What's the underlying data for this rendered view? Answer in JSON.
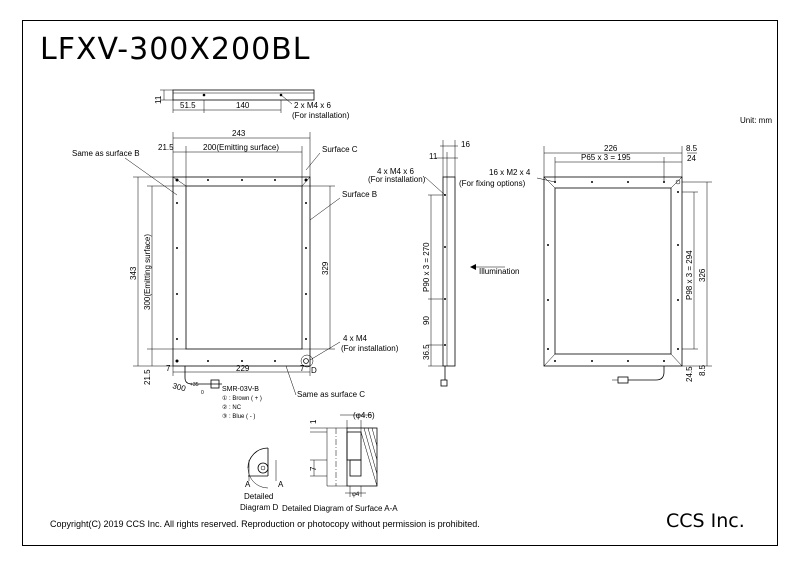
{
  "title": "LFXV-300X200BL",
  "unit": "Unit: mm",
  "copyright": "Copyright(C) 2019 CCS Inc. All rights reserved. Reproduction or photocopy without permission is prohibited.",
  "company": "CCS Inc.",
  "top_view": {
    "dim_11": "11",
    "dim_51_5": "51.5",
    "dim_140": "140",
    "holes": "2 x M4 x 6",
    "holes_note": "(For installation)"
  },
  "front_view": {
    "dim_243": "243",
    "dim_21_5_top": "21.5",
    "dim_200": "200(Emitting  surface)",
    "same_b": "Same as surface B",
    "surface_c": "Surface C",
    "surface_b": "Surface B",
    "dim_343": "343",
    "dim_300": "300(Emitting  surface)",
    "dim_329": "329",
    "holes_m4": "4 x M4",
    "holes_m4_note": "(For installation)",
    "dim_7_left": "7",
    "dim_229": "229",
    "dim_7_right": "7",
    "label_d": "D",
    "dim_21_5_bottom": "21.5",
    "same_c": "Same as surface C",
    "cable_len": "300",
    "cable_tol": "+35",
    "cable_tol2": "0",
    "connector": "SMR-03V-B",
    "pin1": "① : Brown ( + )",
    "pin2": "② : NC",
    "pin3": "③ : Blue ( - )"
  },
  "side_view": {
    "dim_16": "16",
    "dim_11": "11",
    "holes": "4 x M4 x 6",
    "holes_note": "(For installation)",
    "pitch": "P90 x 3 = 270",
    "dim_90": "90",
    "dim_36_5": "36.5",
    "illumination": "Illumination"
  },
  "back_view": {
    "dim_226": "226",
    "dim_8_5_top": "8.5",
    "pitch_top": "P65 x 3 = 195",
    "dim_24": "24",
    "holes": "16 x M2 x 4",
    "holes_note": "(For fixing options)",
    "pitch_side": "P98 x 3 = 294",
    "dim_326": "326",
    "dim_24_5": "24.5",
    "dim_8_5_bottom": "8.5"
  },
  "detail_aa": {
    "dim_4_6": "(φ4.6)",
    "dim_1": "1",
    "dim_7": "7",
    "dim_4": "φ4",
    "caption": "Detailed Diagram of Surface A-A"
  },
  "detail_d": {
    "label_a1": "A",
    "label_a2": "A",
    "caption_1": "Detailed",
    "caption_2": "Diagram D"
  }
}
